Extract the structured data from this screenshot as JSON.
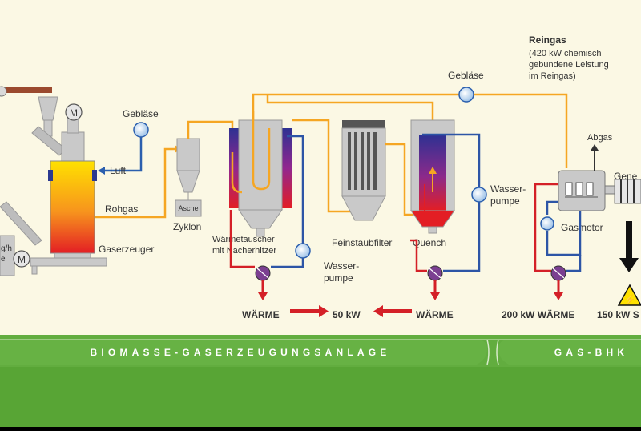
{
  "labels": {
    "reingas_title": "Reingas",
    "reingas_line1": "(420 kW chemisch",
    "reingas_line2": "gebundene Leistung",
    "reingas_line3": "im Reingas)",
    "geblaese_top": "Gebläse",
    "geblaese_left": "Gebläse",
    "luft": "Luft",
    "rohgas": "Rohgas",
    "gaserzeuger": "Gaserzeuger",
    "asche": "Asche",
    "zyklon": "Zyklon",
    "waermetauscher_1": "Wärmetauscher",
    "waermetauscher_2": "mit Nacherhitzer",
    "feinstaubfilter": "Feinstaubfilter",
    "quench": "Quench",
    "wasserpumpe1_1": "Wasser-",
    "wasserpumpe1_2": "pumpe",
    "wasserpumpe2_1": "Wasser-",
    "wasserpumpe2_2": "pumpe",
    "abgas": "Abgas",
    "gasmotor": "Gasmotor",
    "generator_partial": "Gene",
    "motor_m": "M",
    "left_small_1": "g/h",
    "left_small_2": "e"
  },
  "outputs": {
    "waerme_left": "WÄRME",
    "waerme_center": "WÄRME",
    "kw50": "50 kW",
    "kw200": "200 kW WÄRME",
    "kw150": "150 kW S"
  },
  "banner": {
    "left": "BIOMASSE-GASERZEUGUNGSANLAGE",
    "right": "GAS-BHK"
  },
  "colors": {
    "background": "#fbf8e4",
    "gas_line": "#f5a623",
    "air_line": "#2b5fae",
    "hot_water": "#d42027",
    "cold_water": "#2d55a6",
    "equipment": "#c9c9c9",
    "banner_green": "#5aa637",
    "banner_text": "#ffffff"
  }
}
